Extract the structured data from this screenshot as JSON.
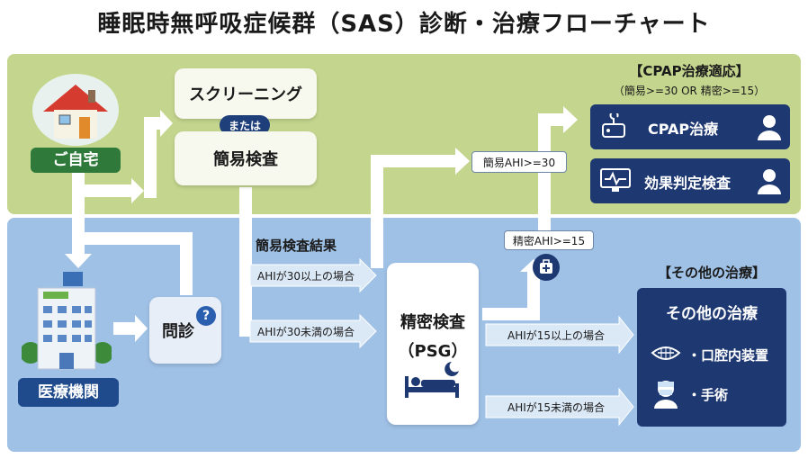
{
  "title": "睡眠時無呼吸症候群（SAS）診断・治療フローチャート",
  "home": {
    "label": "ご自宅"
  },
  "hospital": {
    "label": "医療機関"
  },
  "screening": {
    "label": "スクリーニング",
    "or": "または",
    "simple_test": "簡易検査"
  },
  "interview": {
    "label": "問診",
    "icon": "question-icon"
  },
  "simple_results": {
    "heading": "簡易検査結果",
    "ge30": "AHIが30以上の場合",
    "lt30": "AHIが30未満の場合"
  },
  "psg": {
    "label": "精密検査",
    "sub": "（PSG）"
  },
  "conditions": {
    "simple_ahi": "簡易AHI>=30",
    "precise_ahi": "精密AHI>=15",
    "ge15": "AHIが15以上の場合",
    "lt15": "AHIが15未満の場合"
  },
  "cpap": {
    "heading": "【CPAP治療適応】",
    "criteria": "（簡易>=30 OR 精密>=15）",
    "treatment": "CPAP治療",
    "evaluation": "効果判定検査"
  },
  "other": {
    "heading": "【その他の治療】",
    "panel_title": "その他の治療",
    "items": [
      "・口腔内装置",
      "・手術"
    ]
  },
  "colors": {
    "green_band": "#c4d68e",
    "blue_band": "#9fc1e6",
    "navy": "#1e3872",
    "home_green": "#2f7a3a"
  }
}
